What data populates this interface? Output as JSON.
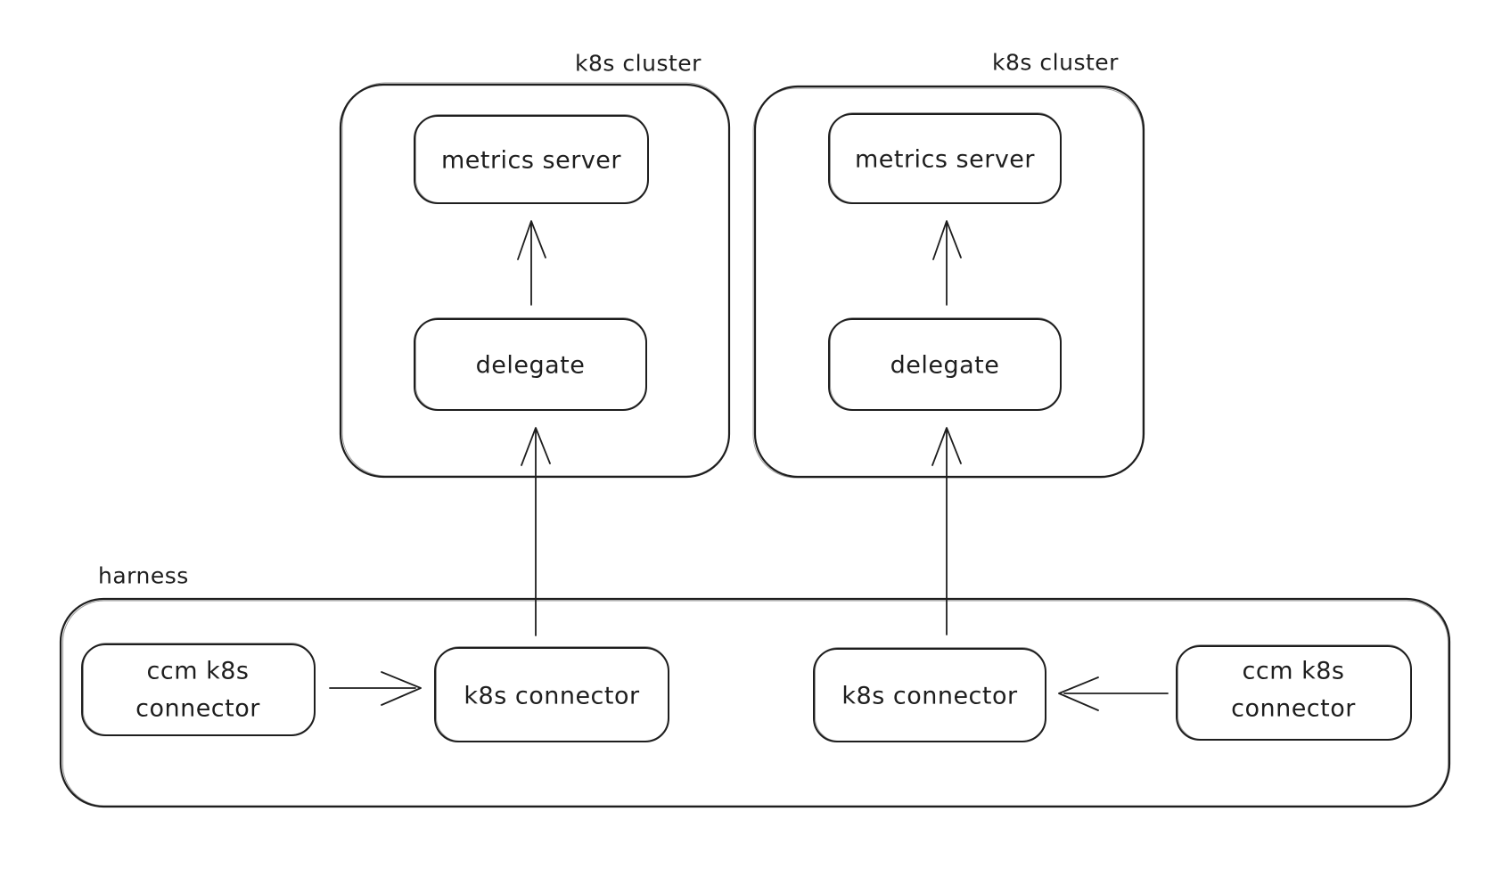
{
  "canvas": {
    "background_color": "#ffffff",
    "stroke_color": "#1e1e1e",
    "style": "hand-drawn whiteboard diagram"
  },
  "diagram": {
    "clusters": [
      {
        "label": "k8s cluster",
        "metrics_server_label": "metrics server",
        "delegate_label": "delegate"
      },
      {
        "label": "k8s cluster",
        "metrics_server_label": "metrics server",
        "delegate_label": "delegate"
      }
    ],
    "harness": {
      "label": "harness",
      "ccm_connector_left": {
        "line1": "ccm k8s",
        "line2": "connector"
      },
      "k8s_connector_left": "k8s connector",
      "k8s_connector_right": "k8s connector",
      "ccm_connector_right": {
        "line1": "ccm k8s",
        "line2": "connector"
      }
    },
    "edges": [
      {
        "from": "delegate (left k8s cluster)",
        "to": "metrics server (left k8s cluster)",
        "direction": "up"
      },
      {
        "from": "delegate (right k8s cluster)",
        "to": "metrics server (right k8s cluster)",
        "direction": "up"
      },
      {
        "from": "k8s connector (left, harness)",
        "to": "delegate (left k8s cluster)",
        "direction": "up"
      },
      {
        "from": "k8s connector (right, harness)",
        "to": "delegate (right k8s cluster)",
        "direction": "up"
      },
      {
        "from": "ccm k8s connector (left, harness)",
        "to": "k8s connector (left, harness)",
        "direction": "right"
      },
      {
        "from": "ccm k8s connector (right, harness)",
        "to": "k8s connector (right, harness)",
        "direction": "left"
      }
    ]
  }
}
